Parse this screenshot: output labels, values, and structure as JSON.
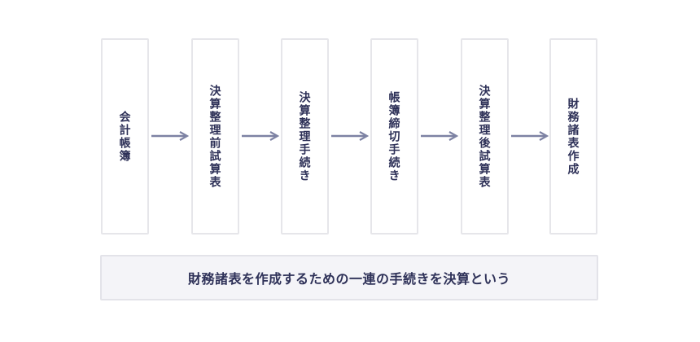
{
  "flow": {
    "steps": [
      {
        "label": "会計帳簿"
      },
      {
        "label": "決算整理前試算表"
      },
      {
        "label": "決算整理手続き"
      },
      {
        "label": "帳簿締切手続き"
      },
      {
        "label": "決算整理後試算表"
      },
      {
        "label": "財務諸表作成"
      }
    ]
  },
  "caption": {
    "text": "財務諸表を作成するための一連の手続きを決算という"
  },
  "colors": {
    "background": "#ffffff",
    "box_fill": "#ffffff",
    "box_border": "#e6e6ea",
    "text": "#2e3158",
    "arrow": "#7d82a3",
    "caption_fill": "#f4f4f8",
    "caption_border": "#e3e3e9"
  }
}
